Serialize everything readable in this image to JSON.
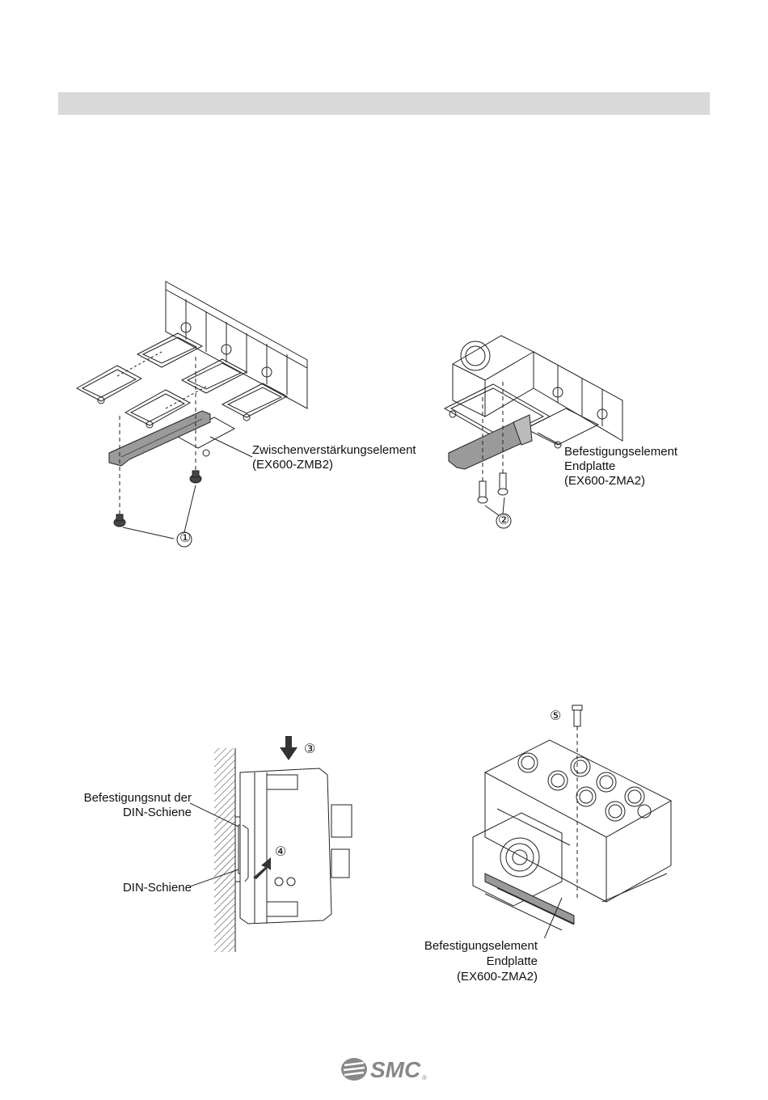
{
  "figures": {
    "intermediate_reinforcement": {
      "label_name": "Zwischenverstärkungselement",
      "label_code": "(EX600-ZMB2)",
      "marker": "①"
    },
    "end_plate_bracket": {
      "label_line1": "Befestigungselement",
      "label_line2": "Endplatte",
      "label_code": "(EX600-ZMA2)",
      "marker": "②"
    },
    "din_rail_side": {
      "groove_line1": "Befestigungsnut der",
      "groove_line2": "DIN-Schiene",
      "rail_label": "DIN-Schiene",
      "marker_down": "③",
      "marker_push": "④"
    },
    "din_rail_iso": {
      "label_line1": "Befestigungselement",
      "label_line2": "Endplatte",
      "label_code": "(EX600-ZMA2)",
      "marker": "⑤"
    }
  },
  "footer": {
    "logo_text": "SMC",
    "logo_mark": "®"
  }
}
